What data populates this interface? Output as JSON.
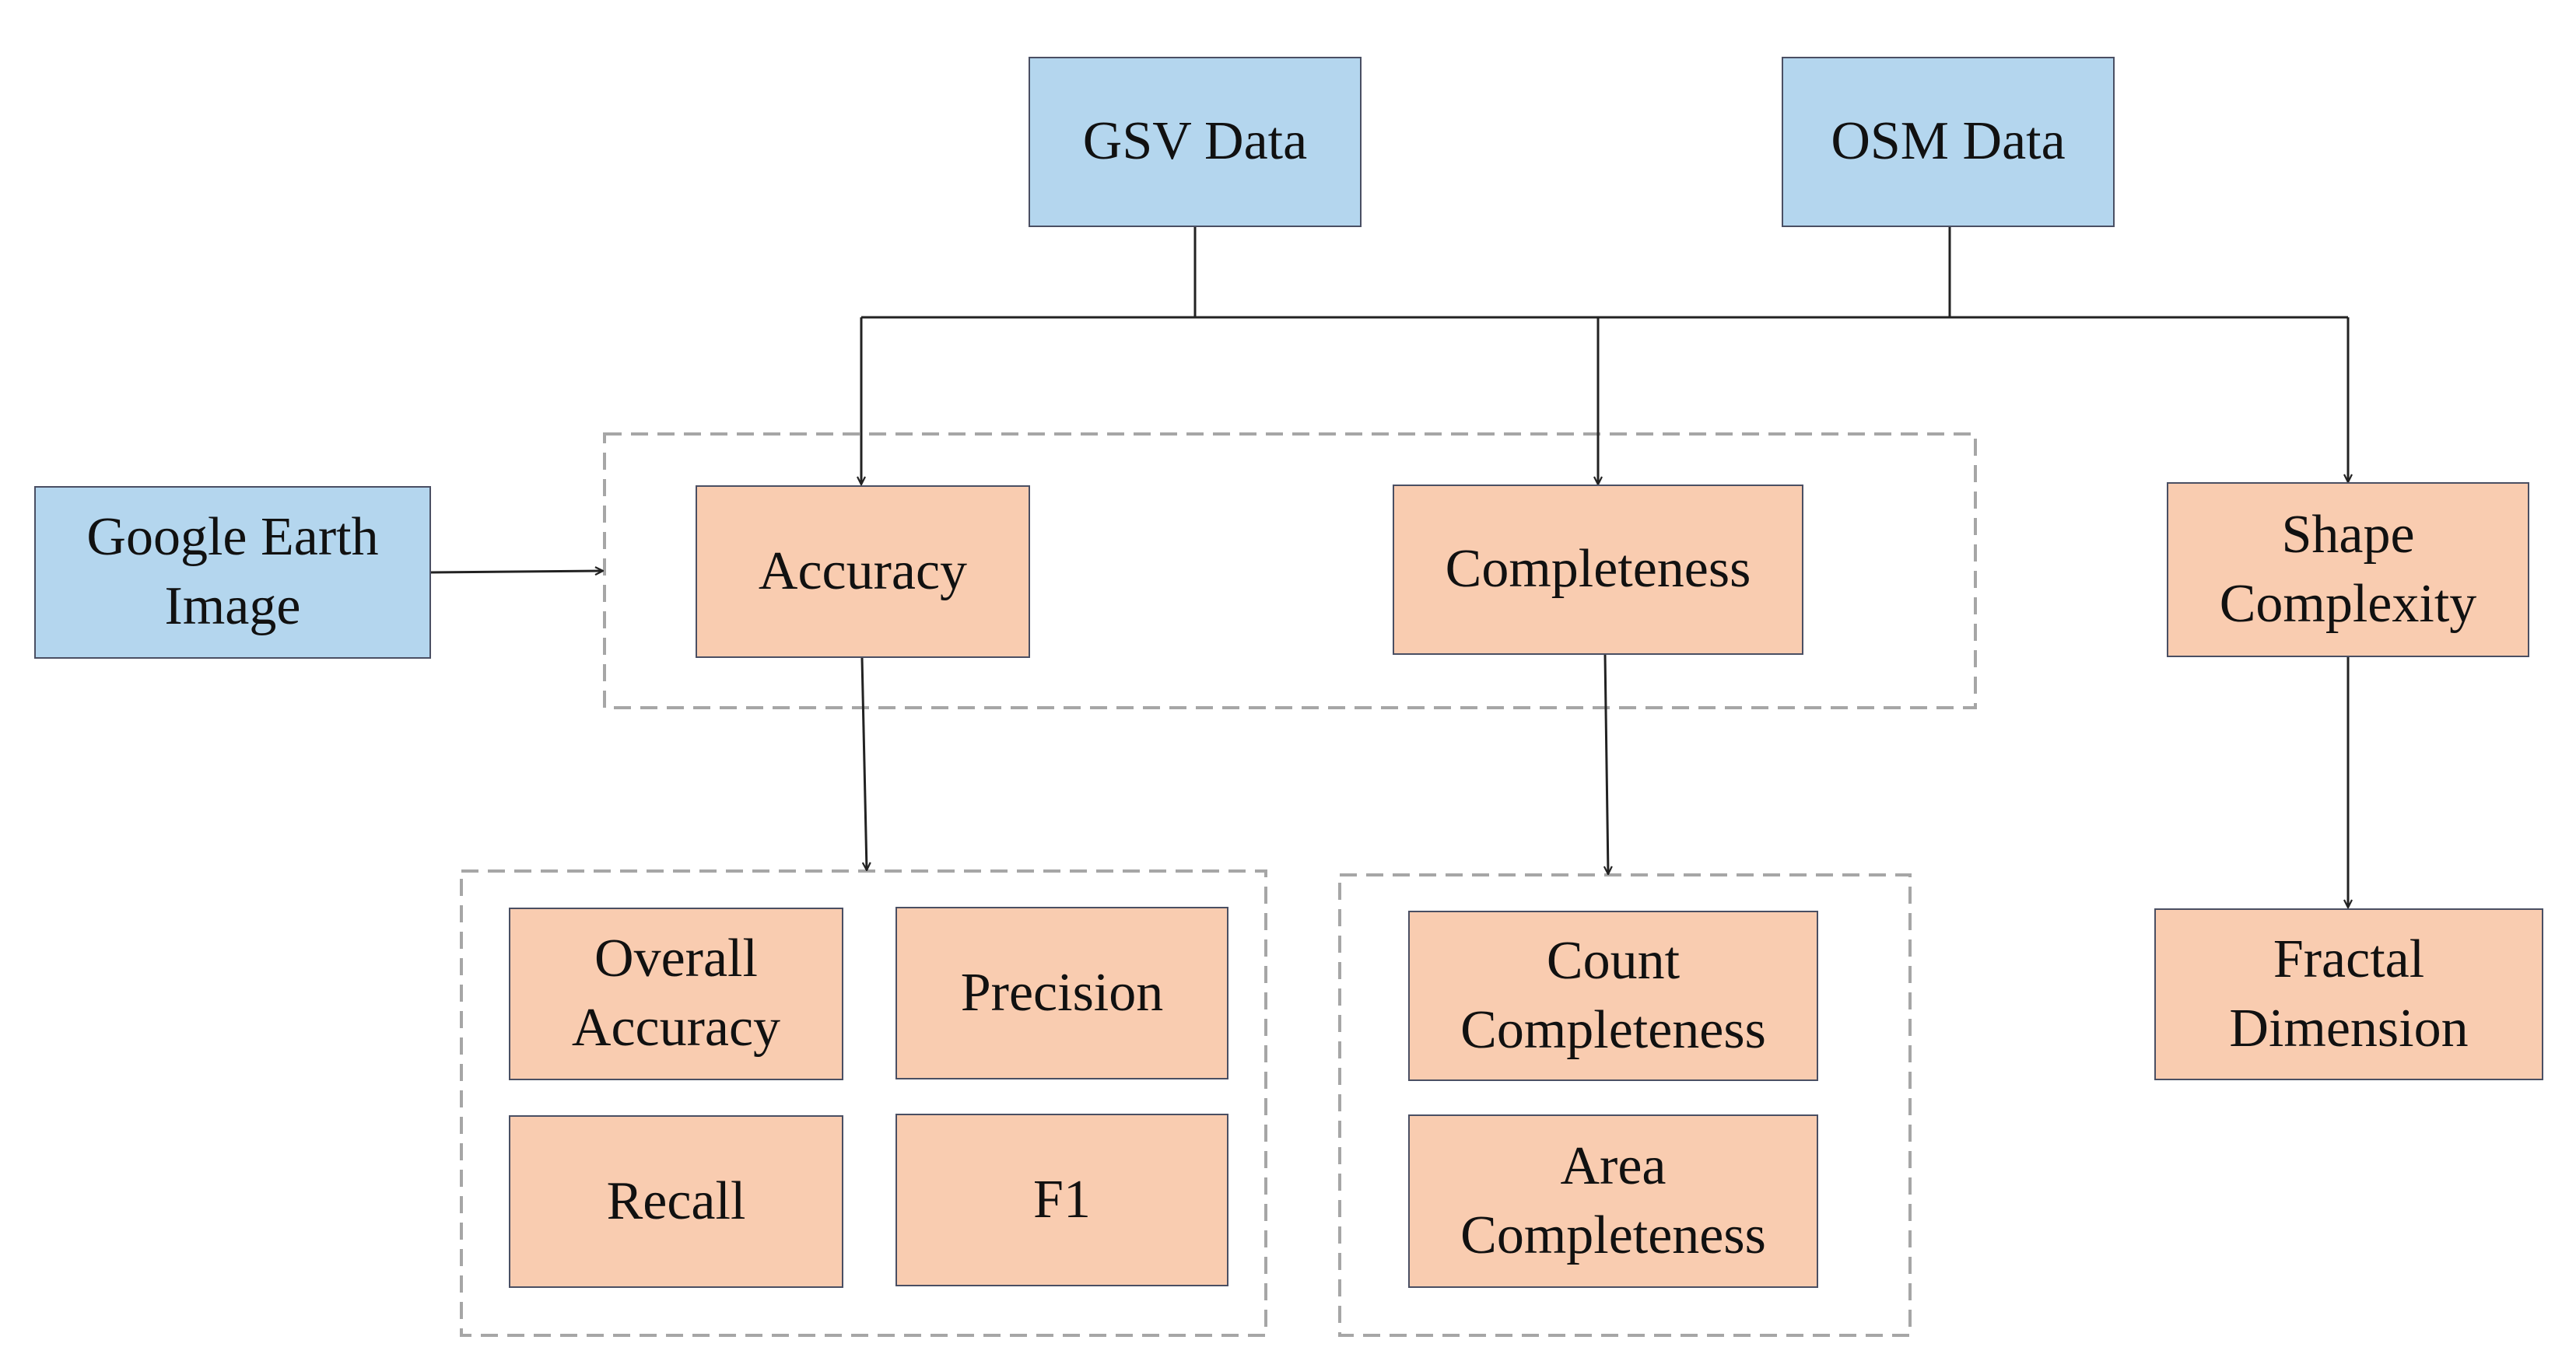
{
  "colors": {
    "source_fill": "#b4d6ee",
    "metric_fill": "#f9ccb0",
    "box_border": "#4a4f63",
    "dashed_group": "#a6a6a6",
    "connector": "#222222"
  },
  "sources": {
    "gsv": {
      "line1": "GSV Data"
    },
    "osm": {
      "line1": "OSM Data"
    },
    "google_earth": {
      "line1": "Google Earth",
      "line2": "Image"
    }
  },
  "metrics": {
    "accuracy": {
      "line1": "Accuracy"
    },
    "completeness": {
      "line1": "Completeness"
    },
    "shape_complexity": {
      "line1": "Shape",
      "line2": "Complexity"
    }
  },
  "accuracy_measures": {
    "overall_accuracy": {
      "line1": "Overall",
      "line2": "Accuracy"
    },
    "precision": {
      "line1": "Precision"
    },
    "recall": {
      "line1": "Recall"
    },
    "f1": {
      "line1": "F1"
    }
  },
  "completeness_measures": {
    "count": {
      "line1": "Count",
      "line2": "Completeness"
    },
    "area": {
      "line1": "Area",
      "line2": "Completeness"
    }
  },
  "shape_measures": {
    "fractal": {
      "line1": "Fractal",
      "line2": "Dimension"
    }
  }
}
